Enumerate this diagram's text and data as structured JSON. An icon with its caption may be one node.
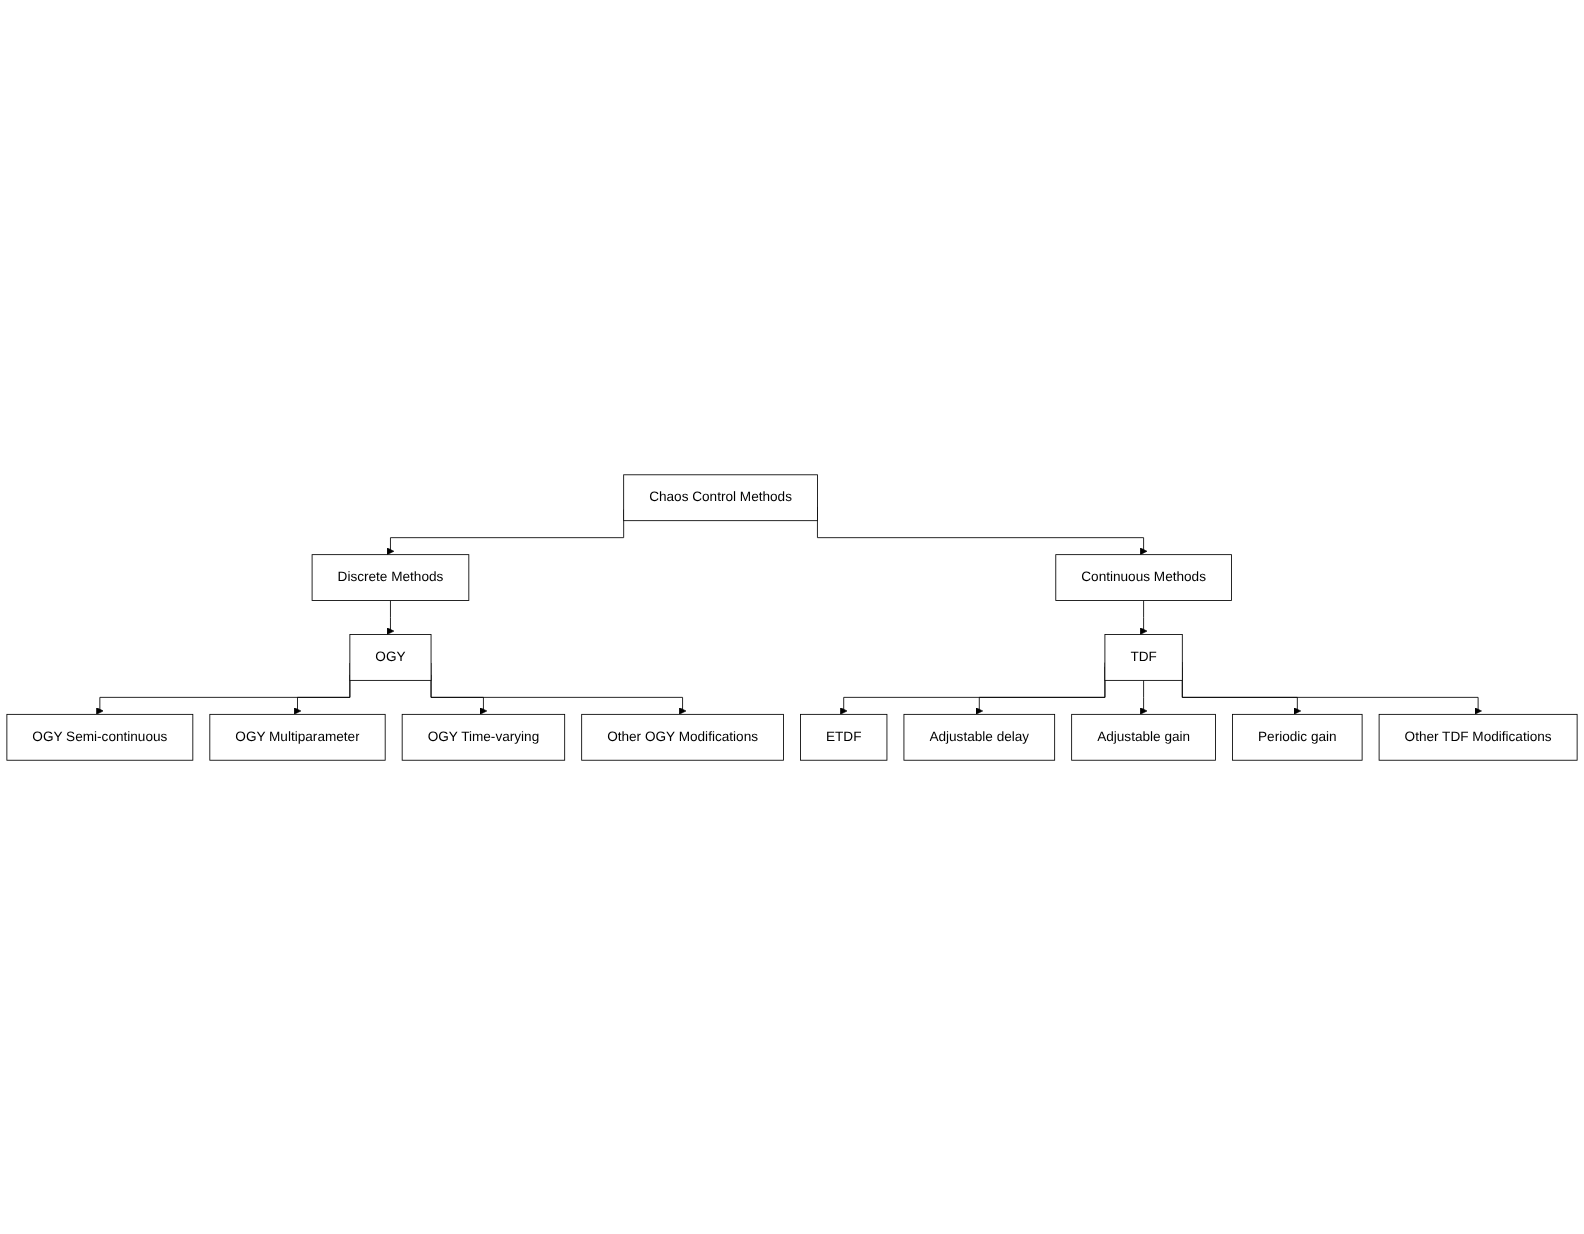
{
  "diagram": {
    "nodes": [
      {
        "text": [
          "Chaos Control Methods"
        ]
      },
      {
        "text": [
          "Discrete Methods"
        ]
      },
      {
        "text": [
          "Continuous Methods"
        ]
      },
      {
        "text": [
          "OGY"
        ]
      },
      {
        "text": [
          "OGY Semi-continuous"
        ]
      },
      {
        "text": [
          "OGY Multiparameter"
        ]
      },
      {
        "text": [
          "OGY Time-varying"
        ]
      },
      {
        "text": [
          "Other OGY Modifications"
        ]
      },
      {
        "text": [
          "TDF"
        ]
      },
      {
        "text": [
          "ETDF"
        ]
      },
      {
        "text": [
          "Adjustable delay"
        ]
      },
      {
        "text": [
          "Adjustable gain"
        ]
      },
      {
        "text": [
          "Periodic gain"
        ]
      },
      {
        "text": [
          "Other TDF Modifications"
        ]
      }
    ],
    "edges": [
      {
        "from": 0,
        "to": 1,
        "arrow": "to"
      },
      {
        "from": 0,
        "to": 2,
        "arrow": "to"
      },
      {
        "from": 1,
        "to": 3,
        "arrow": "to"
      },
      {
        "from": 3,
        "to": 4,
        "arrow": "to"
      },
      {
        "from": 3,
        "to": 5,
        "arrow": "to"
      },
      {
        "from": 3,
        "to": 6,
        "arrow": "to"
      },
      {
        "from": 3,
        "to": 7,
        "arrow": "to"
      },
      {
        "from": 2,
        "to": 8,
        "arrow": "to"
      },
      {
        "from": 8,
        "to": 9,
        "arrow": "to"
      },
      {
        "from": 8,
        "to": 10,
        "arrow": "to"
      },
      {
        "from": 8,
        "to": 11,
        "arrow": "to"
      },
      {
        "from": 8,
        "to": 12,
        "arrow": "to"
      },
      {
        "from": 8,
        "to": 13,
        "arrow": "to"
      }
    ]
  }
}
